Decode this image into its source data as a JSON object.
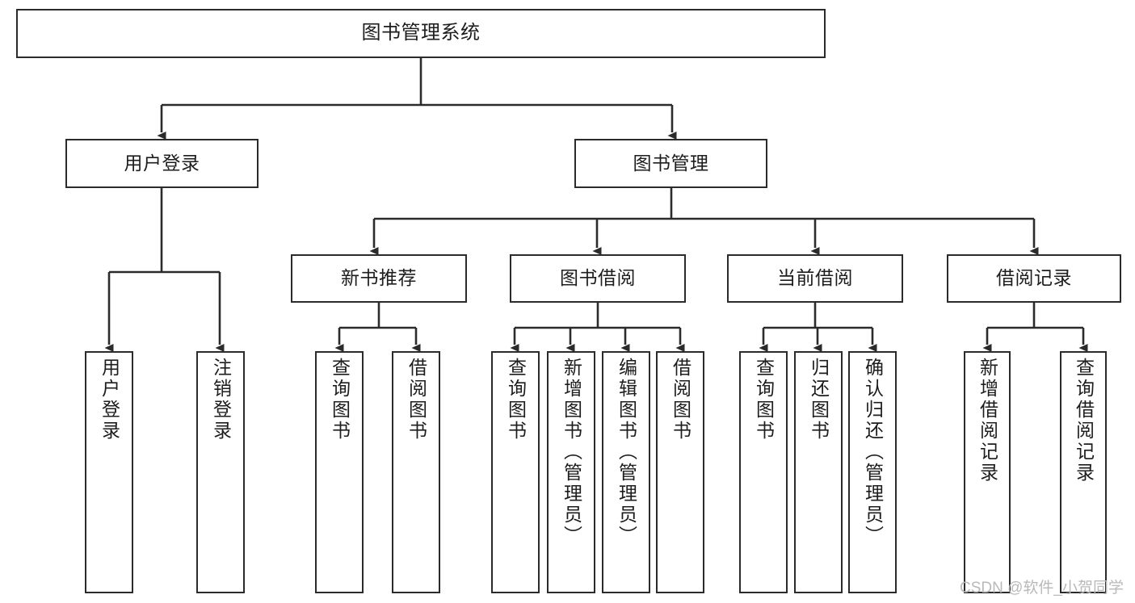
{
  "diagram": {
    "type": "tree-flowchart",
    "title": "图书管理系统",
    "orientation": "top-down",
    "line_color": "#2b2b2b",
    "box_fill": "#ffffff",
    "text_color": "#1d1d1d",
    "root": {
      "id": "root",
      "label": "图书管理系统"
    },
    "level1": [
      {
        "id": "user-login",
        "label": "用户登录"
      },
      {
        "id": "book-manage",
        "label": "图书管理"
      }
    ],
    "level2": [
      {
        "id": "new-book-recommend",
        "label": "新书推荐",
        "parent": "book-manage"
      },
      {
        "id": "book-borrow",
        "label": "图书借阅",
        "parent": "book-manage"
      },
      {
        "id": "current-borrow",
        "label": "当前借阅",
        "parent": "book-manage"
      },
      {
        "id": "borrow-record",
        "label": "借阅记录",
        "parent": "book-manage"
      }
    ],
    "leaves": [
      {
        "id": "leaf-user-login",
        "label": "用户登录",
        "parent": "user-login"
      },
      {
        "id": "leaf-logout",
        "label": "注销登录",
        "parent": "user-login"
      },
      {
        "id": "leaf-query-book-1",
        "label": "查询图书",
        "parent": "new-book-recommend"
      },
      {
        "id": "leaf-borrow-book-1",
        "label": "借阅图书",
        "parent": "new-book-recommend"
      },
      {
        "id": "leaf-query-book-2",
        "label": "查询图书",
        "parent": "book-borrow"
      },
      {
        "id": "leaf-add-book",
        "label": "新增图书（管理员）",
        "parent": "book-borrow"
      },
      {
        "id": "leaf-edit-book",
        "label": "编辑图书（管理员）",
        "parent": "book-borrow"
      },
      {
        "id": "leaf-borrow-book-2",
        "label": "借阅图书",
        "parent": "book-borrow"
      },
      {
        "id": "leaf-query-book-3",
        "label": "查询图书",
        "parent": "current-borrow"
      },
      {
        "id": "leaf-return-book",
        "label": "归还图书",
        "parent": "current-borrow"
      },
      {
        "id": "leaf-confirm-return",
        "label": "确认归还（管理员）",
        "parent": "current-borrow"
      },
      {
        "id": "leaf-add-record",
        "label": "新增借阅记录",
        "parent": "borrow-record"
      },
      {
        "id": "leaf-query-record",
        "label": "查询借阅记录",
        "parent": "borrow-record"
      }
    ]
  },
  "watermark": {
    "text": "CSDN @软件_小贺同学"
  }
}
